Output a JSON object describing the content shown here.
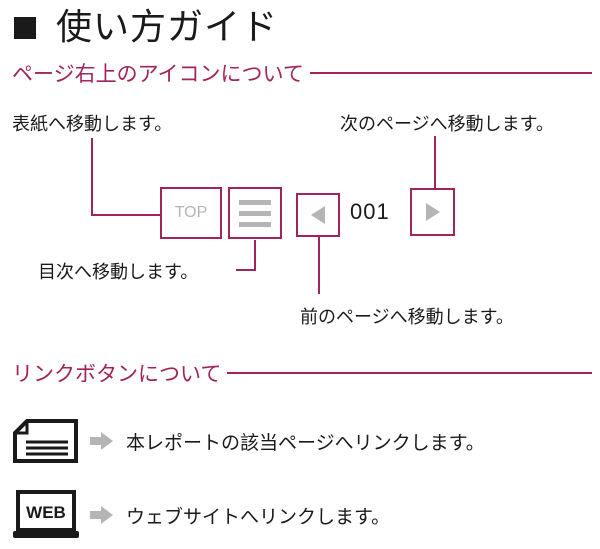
{
  "header": {
    "title": "使い方ガイド"
  },
  "section_icons": {
    "heading": "ページ右上のアイコンについて",
    "labels": {
      "cover": "表紙へ移動します。",
      "next": "次のページへ移動します。",
      "toc": "目次へ移動します。",
      "prev": "前のページへ移動します。"
    },
    "top_button_label": "TOP",
    "page_number": "001"
  },
  "section_links": {
    "heading": "リンクボタンについて",
    "items": [
      {
        "icon": "document-icon",
        "text": "本レポートの該当ページへリンクします。"
      },
      {
        "icon": "web-laptop-icon",
        "badge": "WEB",
        "text": "ウェブサイトへリンクします。"
      }
    ]
  },
  "colors": {
    "accent": "#a1245c",
    "icon_gray": "#b5b5b5",
    "text": "#1a1a1a"
  }
}
